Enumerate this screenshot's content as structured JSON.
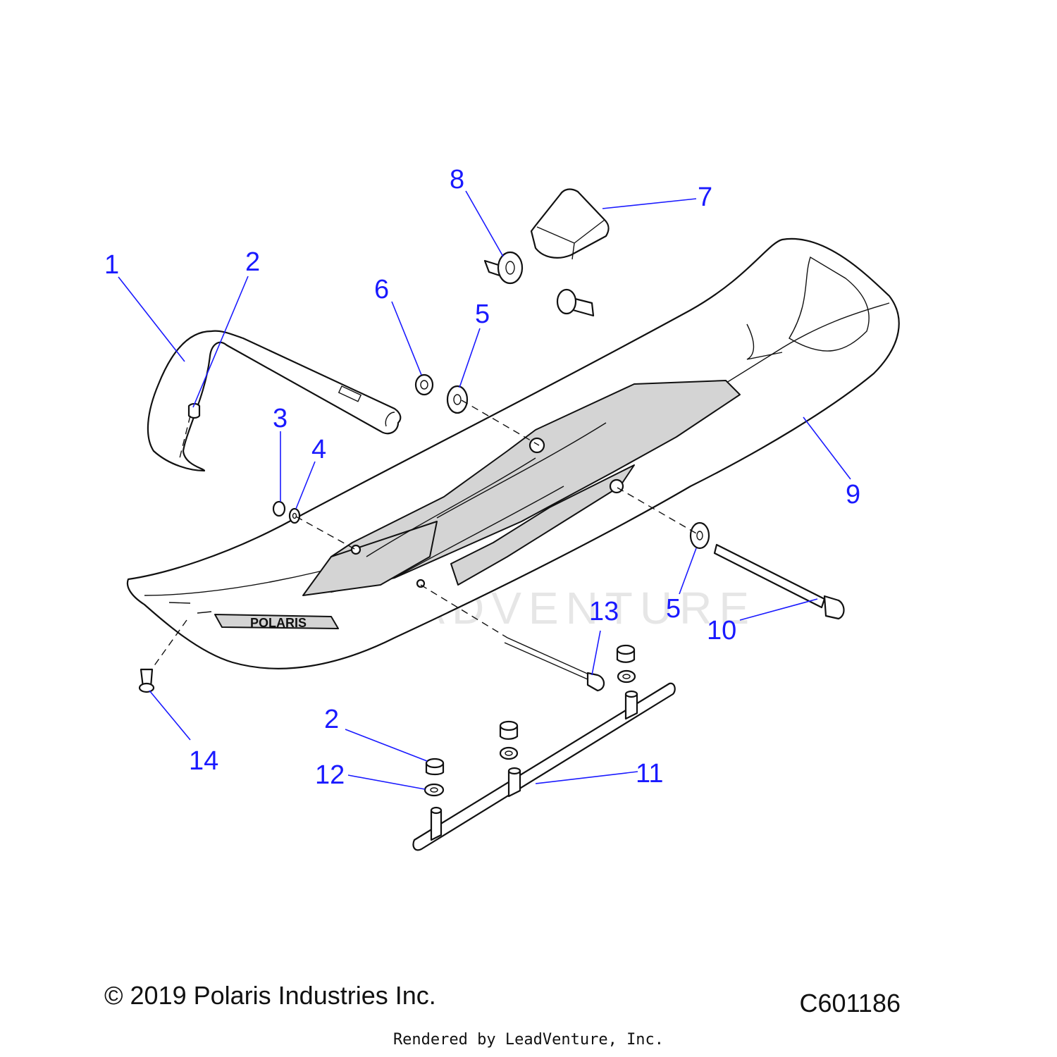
{
  "callouts": [
    {
      "id": "c1",
      "label": "1"
    },
    {
      "id": "c2a",
      "label": "2"
    },
    {
      "id": "c3",
      "label": "3"
    },
    {
      "id": "c4",
      "label": "4"
    },
    {
      "id": "c5a",
      "label": "5"
    },
    {
      "id": "c6",
      "label": "6"
    },
    {
      "id": "c7",
      "label": "7"
    },
    {
      "id": "c8",
      "label": "8"
    },
    {
      "id": "c9",
      "label": "9"
    },
    {
      "id": "c5b",
      "label": "5"
    },
    {
      "id": "c10",
      "label": "10"
    },
    {
      "id": "c13",
      "label": "13"
    },
    {
      "id": "c14",
      "label": "14"
    },
    {
      "id": "c2b",
      "label": "2"
    },
    {
      "id": "c12",
      "label": "12"
    },
    {
      "id": "c11",
      "label": "11"
    }
  ],
  "watermark": "LEADVENTURE",
  "ski_logo": "POLARIS",
  "copyright": "© 2019 Polaris Industries Inc.",
  "drawing_code": "C601186",
  "rendered_by": "Rendered by LeadVenture, Inc.",
  "colors": {
    "callout": "#1a1aff",
    "line": "#111111",
    "part_shading": "#d4d4d4"
  }
}
